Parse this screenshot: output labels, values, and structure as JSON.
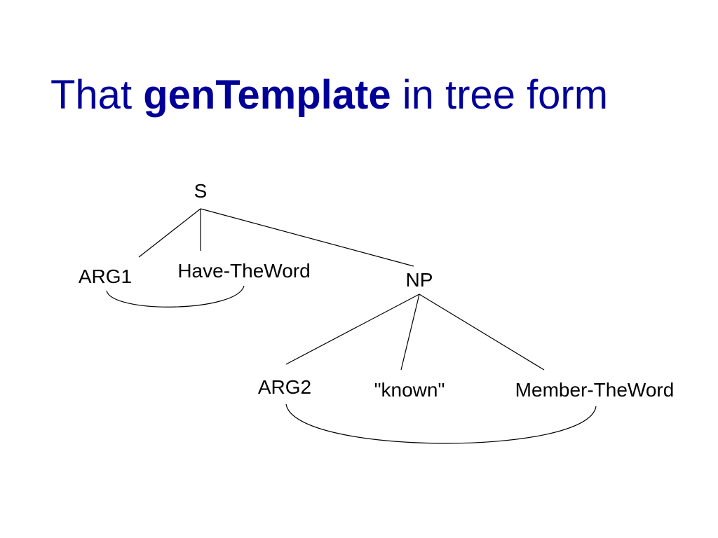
{
  "title": {
    "prefix": "That",
    "bold": "genTemplate",
    "suffix": "in tree form"
  },
  "tree": {
    "root": "S",
    "arg1": "ARG1",
    "have_theword": "Have-TheWord",
    "np": "NP",
    "arg2": "ARG2",
    "known": "\"known\"",
    "member_theword": "Member-TheWord"
  }
}
